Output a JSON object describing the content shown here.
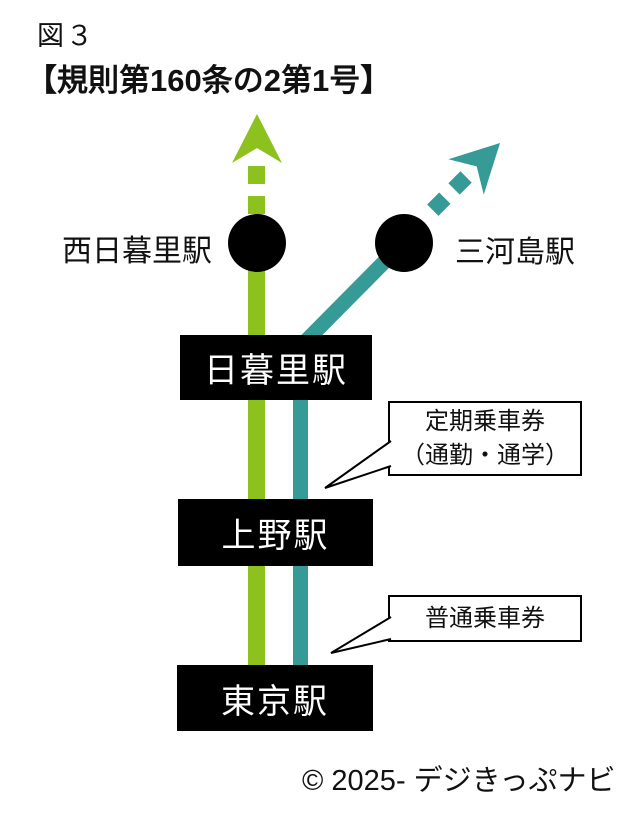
{
  "figure": {
    "fig_label": "図３",
    "title": "【規則第160条の2第1号】",
    "copyright": "© 2025- デジきっぷナビ"
  },
  "stations": {
    "nishi_nippori": "西日暮里駅",
    "mikawashima": "三河島駅",
    "nippori": "日暮里駅",
    "ueno": "上野駅",
    "tokyo": "東京駅"
  },
  "callouts": {
    "commuter_pass_line1": "定期乗車券",
    "commuter_pass_line2": "（通勤・通学）",
    "ordinary_ticket": "普通乗車券"
  },
  "icons": {
    "green_arrow": "arrow-up-icon",
    "teal_arrow": "arrow-up-right-icon"
  },
  "colors": {
    "line_green": "#8CC11E",
    "line_teal": "#369A96",
    "station_node": "#000000",
    "station_box_bg": "#000000",
    "station_box_text": "#FFFFFF"
  }
}
